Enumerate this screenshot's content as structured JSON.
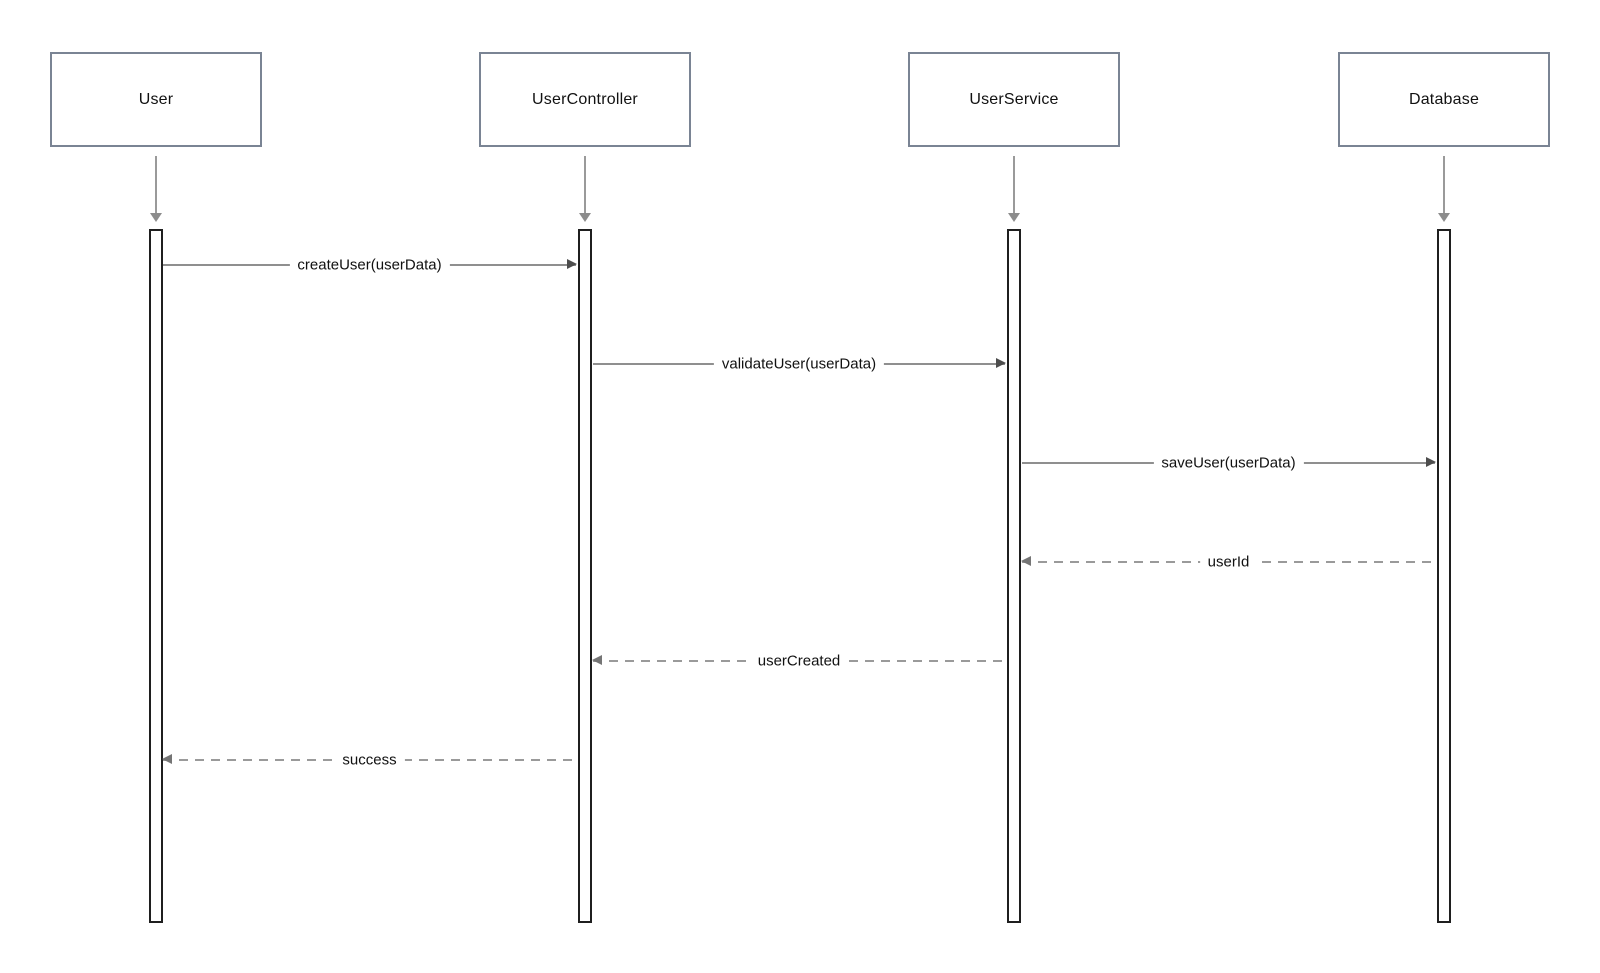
{
  "diagram": {
    "type": "sequence-diagram",
    "participants": [
      {
        "name": "User"
      },
      {
        "name": "UserController"
      },
      {
        "name": "UserService"
      },
      {
        "name": "Database"
      }
    ],
    "messages": [
      {
        "label": "createUser(userData)",
        "from": "User",
        "to": "UserController",
        "kind": "sync"
      },
      {
        "label": "validateUser(userData)",
        "from": "UserController",
        "to": "UserService",
        "kind": "sync"
      },
      {
        "label": "saveUser(userData)",
        "from": "UserService",
        "to": "Database",
        "kind": "sync"
      },
      {
        "label": "userId",
        "from": "Database",
        "to": "UserService",
        "kind": "return"
      },
      {
        "label": "userCreated",
        "from": "UserService",
        "to": "UserController",
        "kind": "return"
      },
      {
        "label": "success",
        "from": "UserController",
        "to": "User",
        "kind": "return"
      }
    ],
    "colors": {
      "participant_border": "#7a8494",
      "activation_border": "#1f1f1f",
      "sync_line": "#8f8f8f",
      "return_line": "#9a9a9a",
      "sync_arrowhead": "#4d4d4d",
      "return_arrowhead": "#757575",
      "text": "#111111",
      "background": "#ffffff"
    }
  }
}
